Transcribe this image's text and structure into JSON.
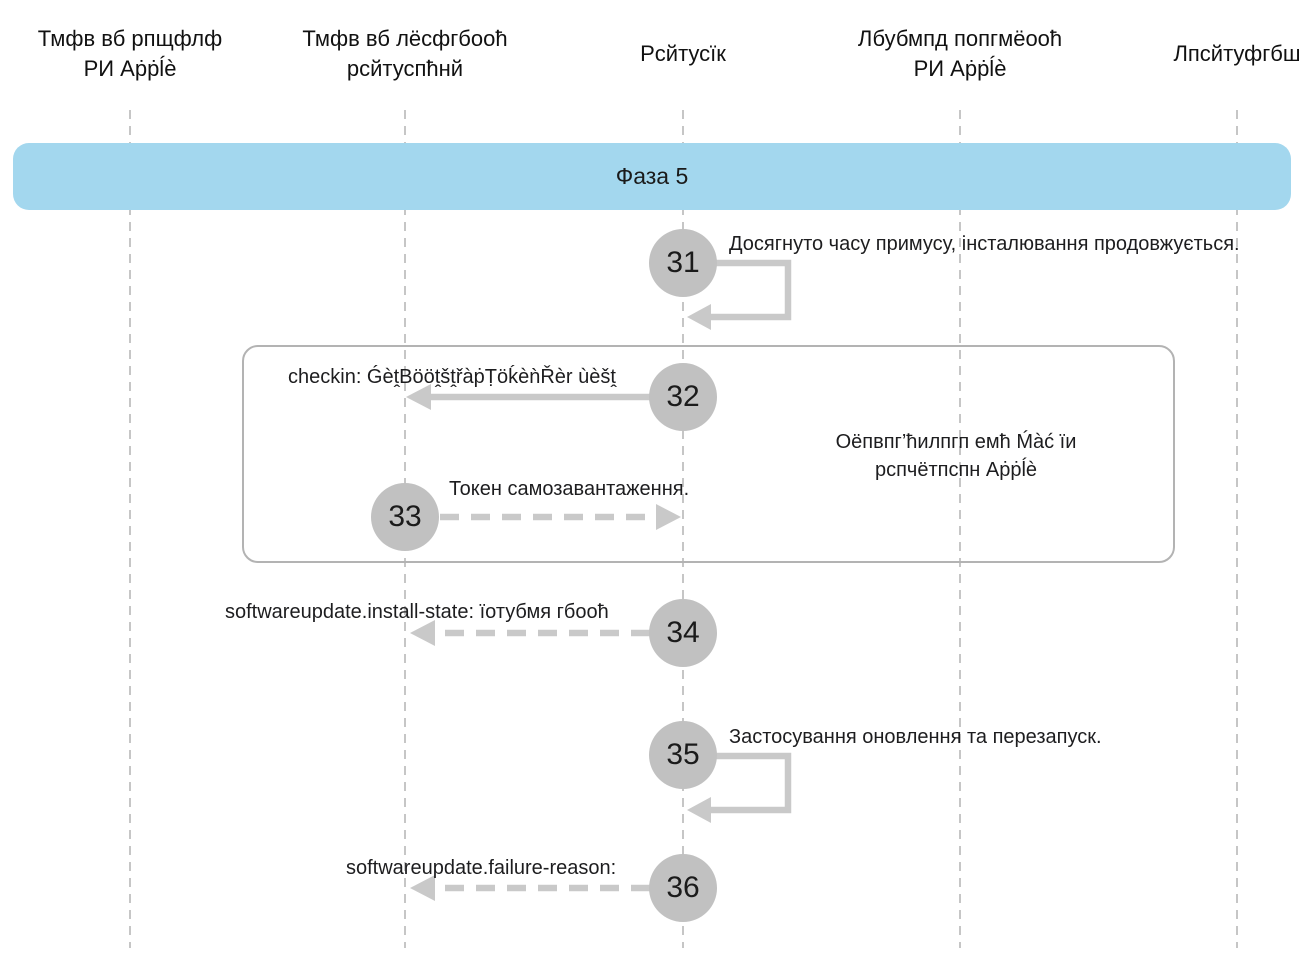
{
  "diagram": {
    "phase_label": "Фаза 5",
    "actors": [
      {
        "line1": "Тмфв вб рпщфлф",
        "line2": "РИ Аṗṗĺè"
      },
      {
        "line1": "Тмфв вб лёсфгбооћ",
        "line2": "рсйтуспћнй"
      },
      {
        "line1": "Рсйтусїк",
        "line2": ""
      },
      {
        "line1": "Лбубмпд попгмёооћ",
        "line2": "РИ Аṗṗĺè"
      },
      {
        "line1": "Лпсйтуфгбш",
        "line2": ""
      }
    ],
    "steps": [
      {
        "number": "31",
        "label": "Досягнуто часу примусу, інсталювання продовжується.",
        "type": "self-loop"
      },
      {
        "number": "32",
        "label": "checkin: ǴèṱBööṱšṱřàṗṬöḱèǹŘèr ùèšṱ",
        "type": "solid-arrow-left"
      },
      {
        "number": "33",
        "label": "Токен самозавантаження.",
        "type": "dashed-arrow-right"
      },
      {
        "number": "34",
        "label": "softwareupdate.install-state: їотубмя гбооћ",
        "type": "dashed-arrow-left"
      },
      {
        "number": "35",
        "label": "Застосування оновлення та перезапуск.",
        "type": "self-loop"
      },
      {
        "number": "36",
        "label": "softwareupdate.failure-reason:",
        "type": "dashed-arrow-left"
      }
    ],
    "note": {
      "line1": "Оёпвпг’ћилпгп емћ Ḿàć їи",
      "line2": "рспчётпспн Аṗṗĺè"
    },
    "colors": {
      "phase_band": "#a3d7ee",
      "circle": "#c1c1c1",
      "arrow": "#c9c9c9",
      "lifeline": "#c6c6c6"
    }
  }
}
